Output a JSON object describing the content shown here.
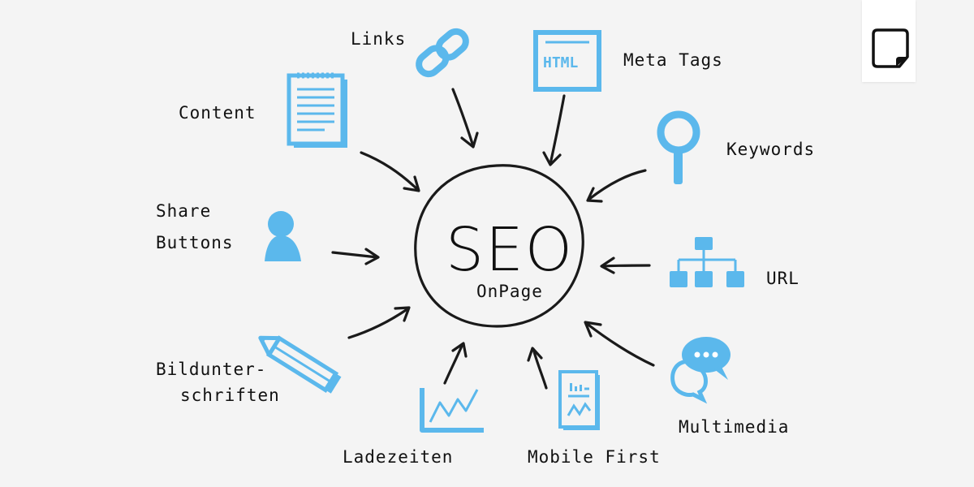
{
  "center": {
    "title": "SEO",
    "subtitle": "OnPage"
  },
  "labels": {
    "links": "Links",
    "meta_tags": "Meta Tags",
    "content": "Content",
    "keywords": "Keywords",
    "share_line1": "Share",
    "share_line2": "Buttons",
    "url": "URL",
    "bild_line1": "Bildunter-",
    "bild_line2": "schriften",
    "multimedia": "Multimedia",
    "ladezeiten": "Ladezeiten",
    "mobile_first": "Mobile First",
    "html_icon": "HTML"
  },
  "colors": {
    "accent": "#5bb8ec",
    "ink": "#1a1a1a",
    "background": "#f4f4f4"
  },
  "icons": [
    "chain-link-icon",
    "html-page-icon",
    "notepad-icon",
    "magnifier-icon",
    "person-icon",
    "sitemap-icon",
    "pencil-icon",
    "chat-bubbles-icon",
    "line-chart-icon",
    "mobile-report-icon",
    "sticky-note-logo-icon"
  ]
}
